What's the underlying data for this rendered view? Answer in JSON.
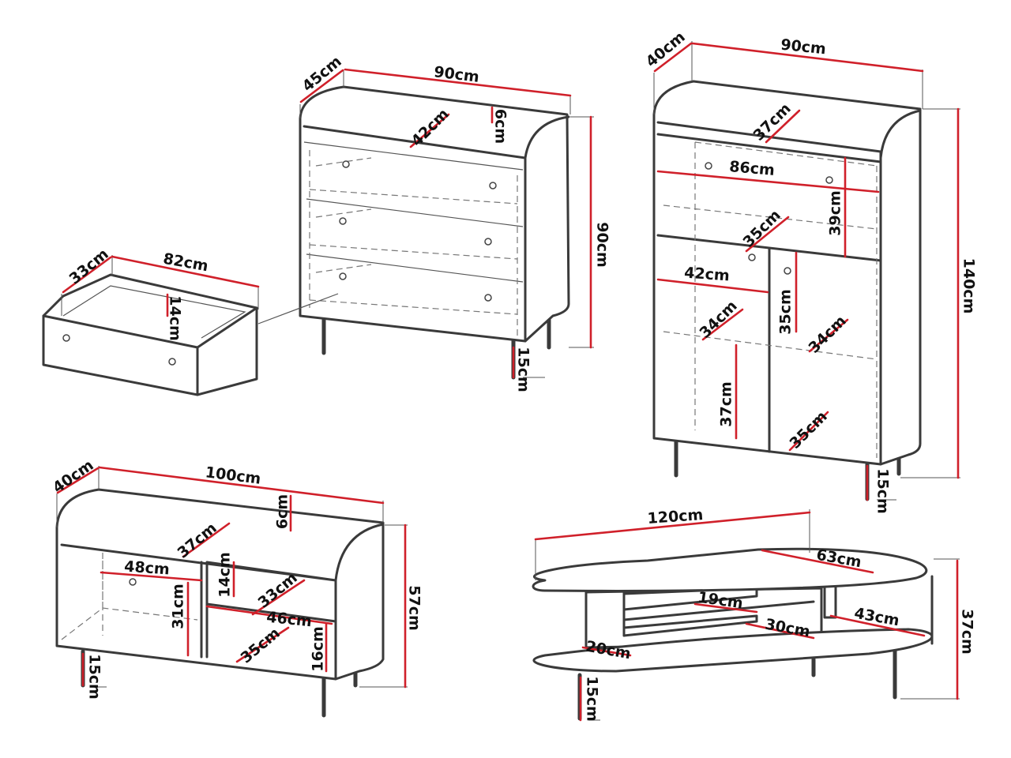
{
  "accent_color": "#d0202a",
  "chest_of_drawers": {
    "depth": "45cm",
    "width": "90cm",
    "inner_depth": "42cm",
    "top_rim": "6cm",
    "height": "90cm",
    "leg_height": "15cm"
  },
  "drawer": {
    "depth": "33cm",
    "width": "82cm",
    "height": "14cm"
  },
  "tall_cabinet": {
    "depth": "40cm",
    "width": "90cm",
    "top_shelf_depth": "37cm",
    "inner_width": "86cm",
    "upper_height": "39cm",
    "upper_shelf_depth": "35cm",
    "left_width": "42cm",
    "left_shelf_depth": "34cm",
    "right_height": "35cm",
    "right_shelf_depth": "34cm",
    "left_lower_height": "37cm",
    "right_lower_depth": "35cm",
    "height": "140cm",
    "leg_height": "15cm"
  },
  "tv_stand": {
    "depth": "40cm",
    "width": "100cm",
    "top_rim": "6cm",
    "top_depth": "37cm",
    "left_width": "48cm",
    "upper_height": "14cm",
    "left_height": "31cm",
    "shelf_depth": "33cm",
    "right_width": "46cm",
    "lower_depth": "35cm",
    "lower_height": "16cm",
    "height": "57cm",
    "leg_height": "15cm"
  },
  "coffee_table": {
    "length": "120cm",
    "width": "63cm",
    "shelf_gap": "19cm",
    "shelf_depth": "30cm",
    "side_depth": "43cm",
    "lower_gap": "20cm",
    "height": "37cm",
    "leg_height": "15cm"
  }
}
